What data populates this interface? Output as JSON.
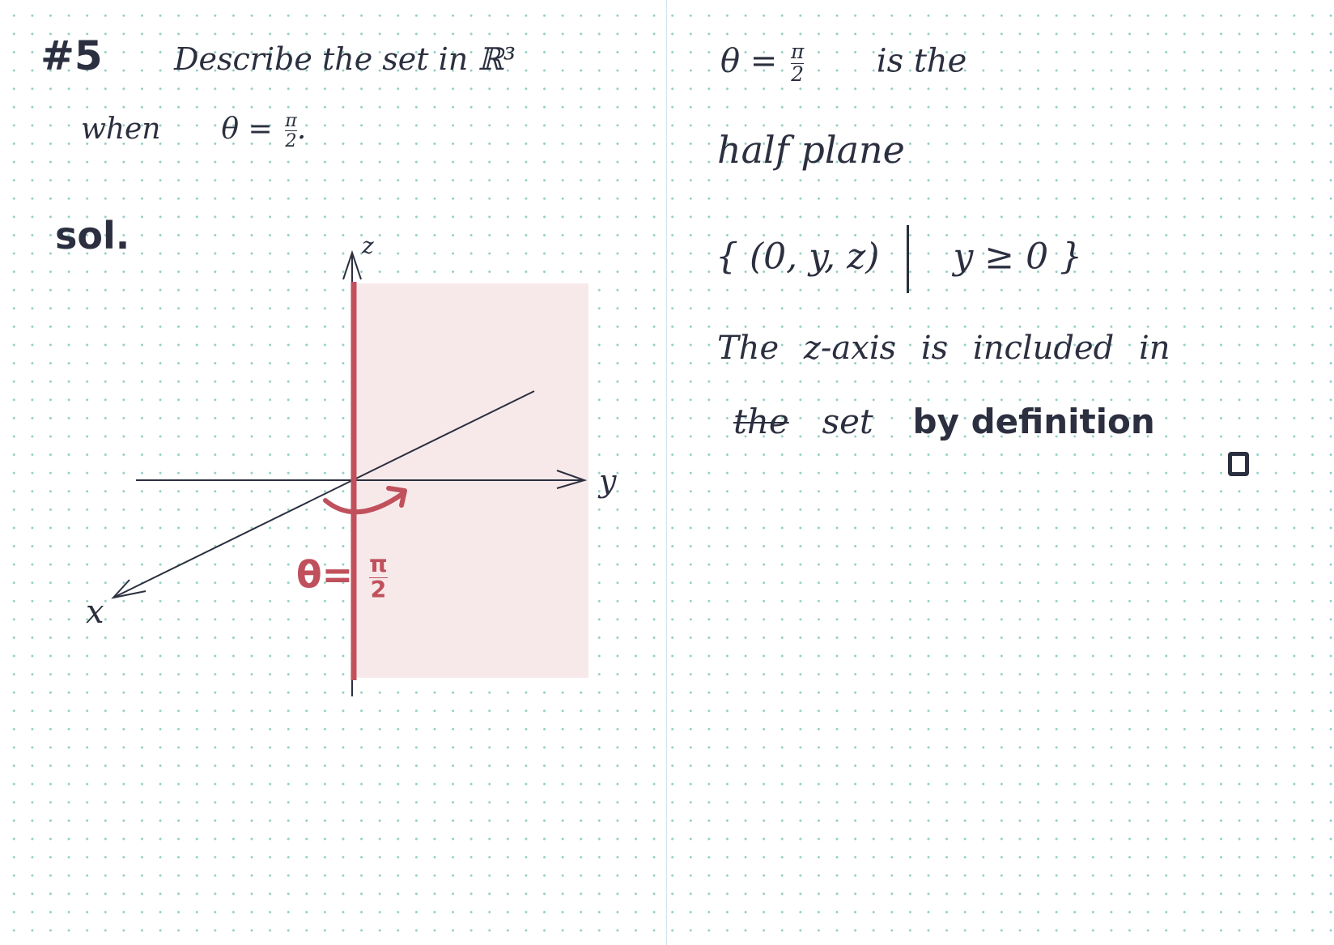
{
  "problem": {
    "number": "#5",
    "statement_line1": "Describe the set in ℝ³",
    "statement_line2_prefix": "when",
    "theta_symbol": "θ =",
    "pi_numerator": "π",
    "pi_denominator": "2"
  },
  "solution": {
    "label": "sol."
  },
  "figure": {
    "axis_z_label": "z",
    "axis_y_label": "y",
    "axis_x_label": "x",
    "angle_label_theta": "θ=",
    "angle_label_num": "π",
    "angle_label_den": "2",
    "colors": {
      "ink": "#2b2f3f",
      "highlight": "#c0505c",
      "plane_fill": "#f7e9ea"
    }
  },
  "answer": {
    "line1_theta": "θ =",
    "line1_num": "π",
    "line1_den": "2",
    "line1_suffix": "is the",
    "line2": "half plane",
    "set_notation_left": "{ (0, y, z)",
    "set_notation_condition": "y ≥ 0 }",
    "line4": "The z-axis is included in",
    "line5_struck": "the",
    "line5_plain": "set",
    "line5_bold": "by definition"
  }
}
